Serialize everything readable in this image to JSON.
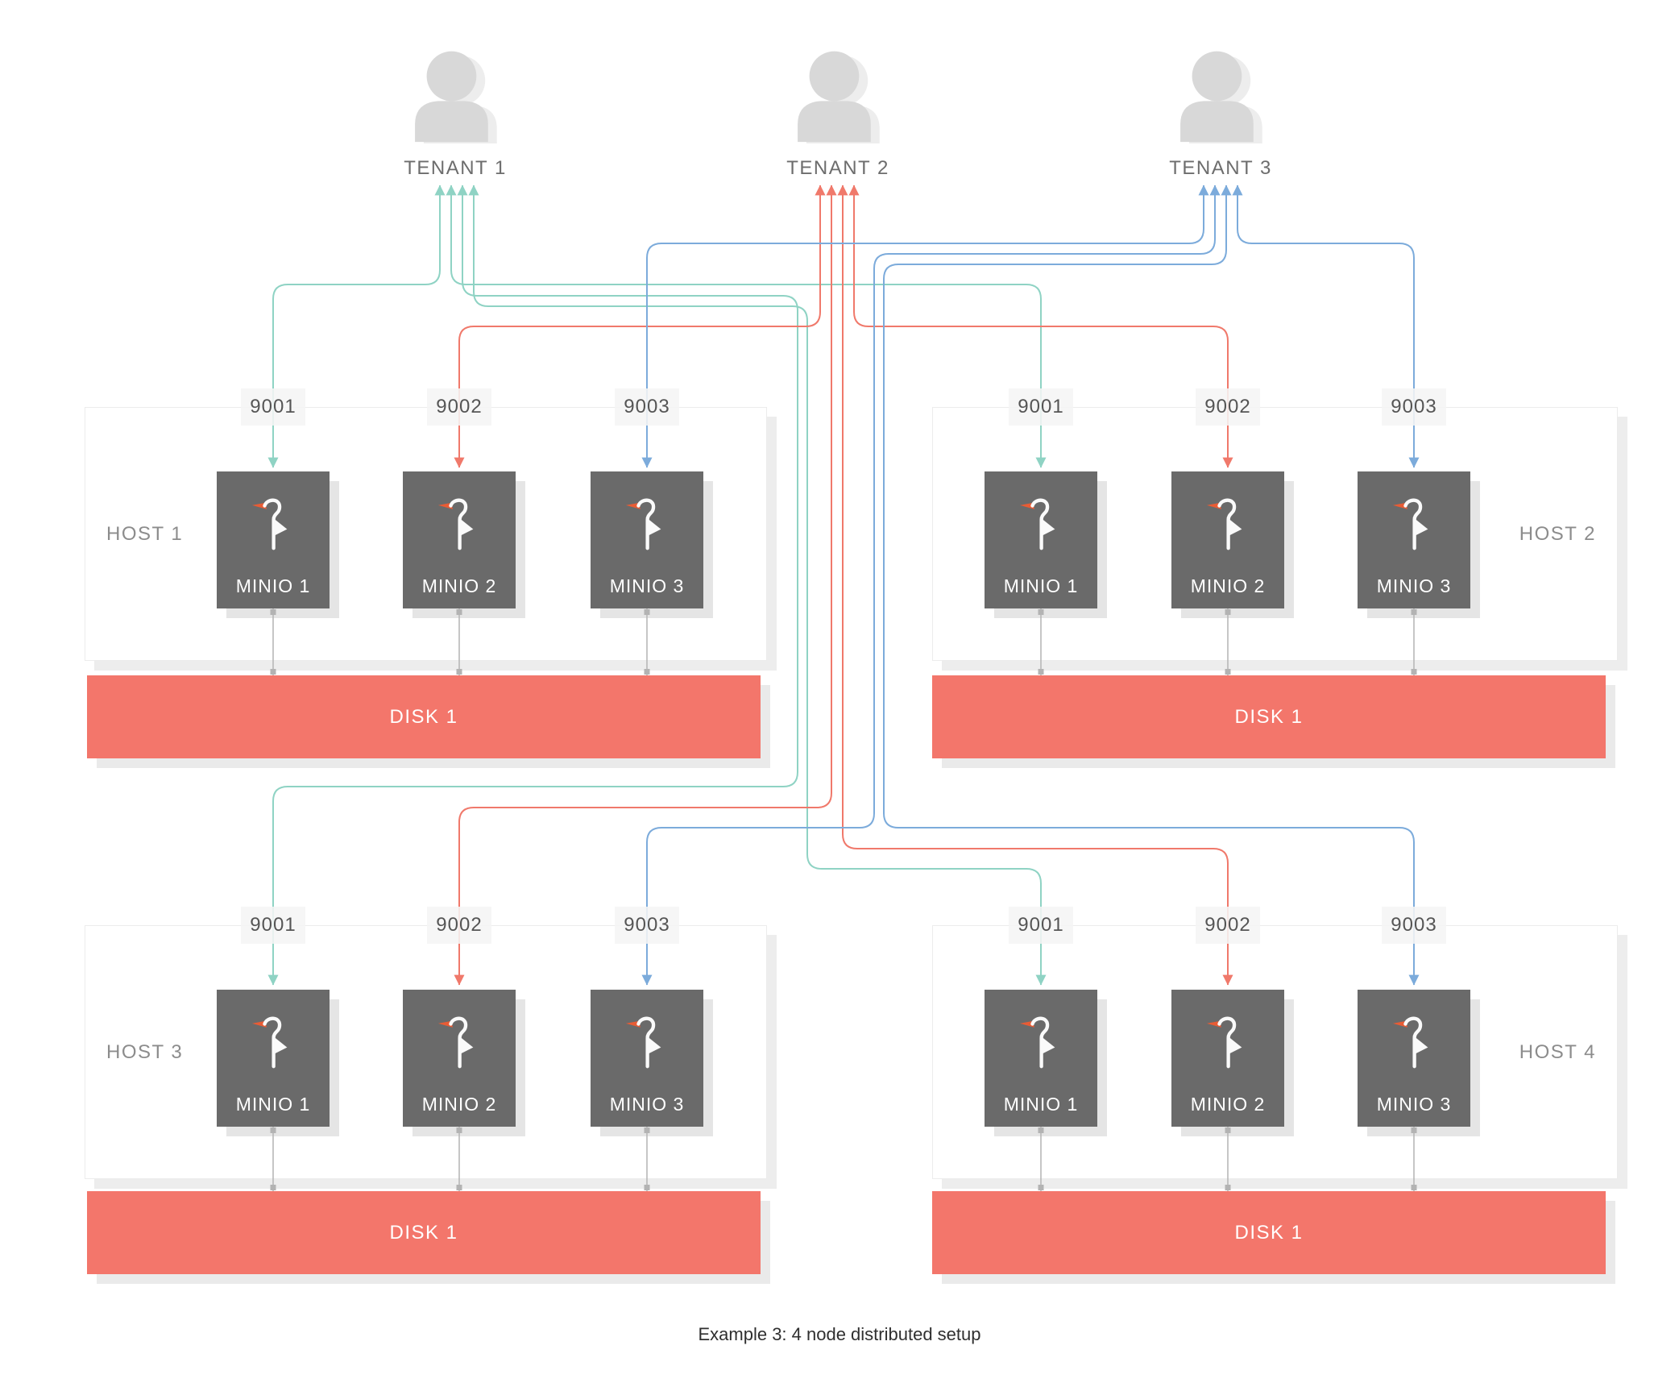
{
  "caption": "Example 3: 4 node distributed setup",
  "tenants": [
    {
      "label": "TENANT 1",
      "icon": "person-icon",
      "color": "#8fd3c4"
    },
    {
      "label": "TENANT 2",
      "icon": "person-icon",
      "color": "#f0796b"
    },
    {
      "label": "TENANT 3",
      "icon": "person-icon",
      "color": "#7cabdb"
    }
  ],
  "hosts": [
    {
      "label": "HOST 1",
      "label_side": "left",
      "ports": [
        {
          "label": "9001"
        },
        {
          "label": "9002"
        },
        {
          "label": "9003"
        }
      ],
      "nodes": [
        {
          "label": "MINIO 1",
          "icon": "minio-stork-icon"
        },
        {
          "label": "MINIO 2",
          "icon": "minio-stork-icon"
        },
        {
          "label": "MINIO 3",
          "icon": "minio-stork-icon"
        }
      ],
      "disk_label": "DISK 1"
    },
    {
      "label": "HOST 2",
      "label_side": "right",
      "ports": [
        {
          "label": "9001"
        },
        {
          "label": "9002"
        },
        {
          "label": "9003"
        }
      ],
      "nodes": [
        {
          "label": "MINIO 1",
          "icon": "minio-stork-icon"
        },
        {
          "label": "MINIO 2",
          "icon": "minio-stork-icon"
        },
        {
          "label": "MINIO 3",
          "icon": "minio-stork-icon"
        }
      ],
      "disk_label": "DISK 1"
    },
    {
      "label": "HOST 3",
      "label_side": "left",
      "ports": [
        {
          "label": "9001"
        },
        {
          "label": "9002"
        },
        {
          "label": "9003"
        }
      ],
      "nodes": [
        {
          "label": "MINIO 1",
          "icon": "minio-stork-icon"
        },
        {
          "label": "MINIO 2",
          "icon": "minio-stork-icon"
        },
        {
          "label": "MINIO 3",
          "icon": "minio-stork-icon"
        }
      ],
      "disk_label": "DISK 1"
    },
    {
      "label": "HOST 4",
      "label_side": "right",
      "ports": [
        {
          "label": "9001"
        },
        {
          "label": "9002"
        },
        {
          "label": "9003"
        }
      ],
      "nodes": [
        {
          "label": "MINIO 1",
          "icon": "minio-stork-icon"
        },
        {
          "label": "MINIO 2",
          "icon": "minio-stork-icon"
        },
        {
          "label": "MINIO 3",
          "icon": "minio-stork-icon"
        }
      ],
      "disk_label": "DISK 1"
    }
  ],
  "connections": [
    {
      "tenant": "TENANT 1",
      "port": "9001",
      "hosts": [
        "HOST 1",
        "HOST 2",
        "HOST 3",
        "HOST 4"
      ],
      "color": "#8fd3c4"
    },
    {
      "tenant": "TENANT 2",
      "port": "9002",
      "hosts": [
        "HOST 1",
        "HOST 2",
        "HOST 3",
        "HOST 4"
      ],
      "color": "#f0796b"
    },
    {
      "tenant": "TENANT 3",
      "port": "9003",
      "hosts": [
        "HOST 1",
        "HOST 2",
        "HOST 3",
        "HOST 4"
      ],
      "color": "#7cabdb"
    }
  ],
  "colors": {
    "teal": "#8fd3c4",
    "red": "#f0796b",
    "blue": "#7cabdb",
    "disk": "#f3766b",
    "node_bg": "#6a6a6a",
    "stork_body": "#fafafa",
    "beak": "#e85c35",
    "person": "#d8d8d8",
    "person_shadow": "#ededed",
    "connector": "#b3b3b3",
    "port_text": "#555555",
    "host_text": "#8c8c8c",
    "tenant_text": "#6d6d6d",
    "caption_text": "#2f2f2f"
  }
}
